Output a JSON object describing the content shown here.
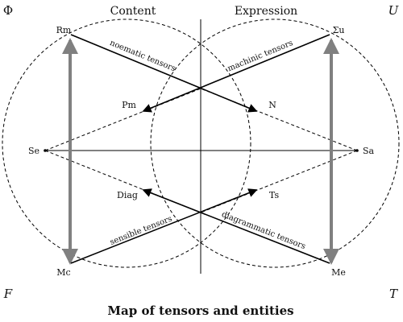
{
  "headings": {
    "content": "Content",
    "expression": "Expression"
  },
  "corners": {
    "top_left": "Φ",
    "top_right": "U",
    "bottom_left": "F",
    "bottom_right": "T"
  },
  "entities": {
    "rm": "Rm",
    "su": "Σu",
    "pm": "Pm",
    "n": "N",
    "se": "Se",
    "sa": "Sa",
    "diag": "Diag",
    "ts": "Ts",
    "mc": "Mc",
    "me": "Me"
  },
  "tensors": {
    "noematic": "noematic tensors",
    "machinic": "machinic tensors",
    "sensible": "sensible tensors",
    "diagrammatic": "diagrammatic tensors"
  },
  "title": "Map of tensors and entities",
  "colors": {
    "line": "#000000",
    "gray_arrow": "#808080",
    "text": "#111111"
  }
}
